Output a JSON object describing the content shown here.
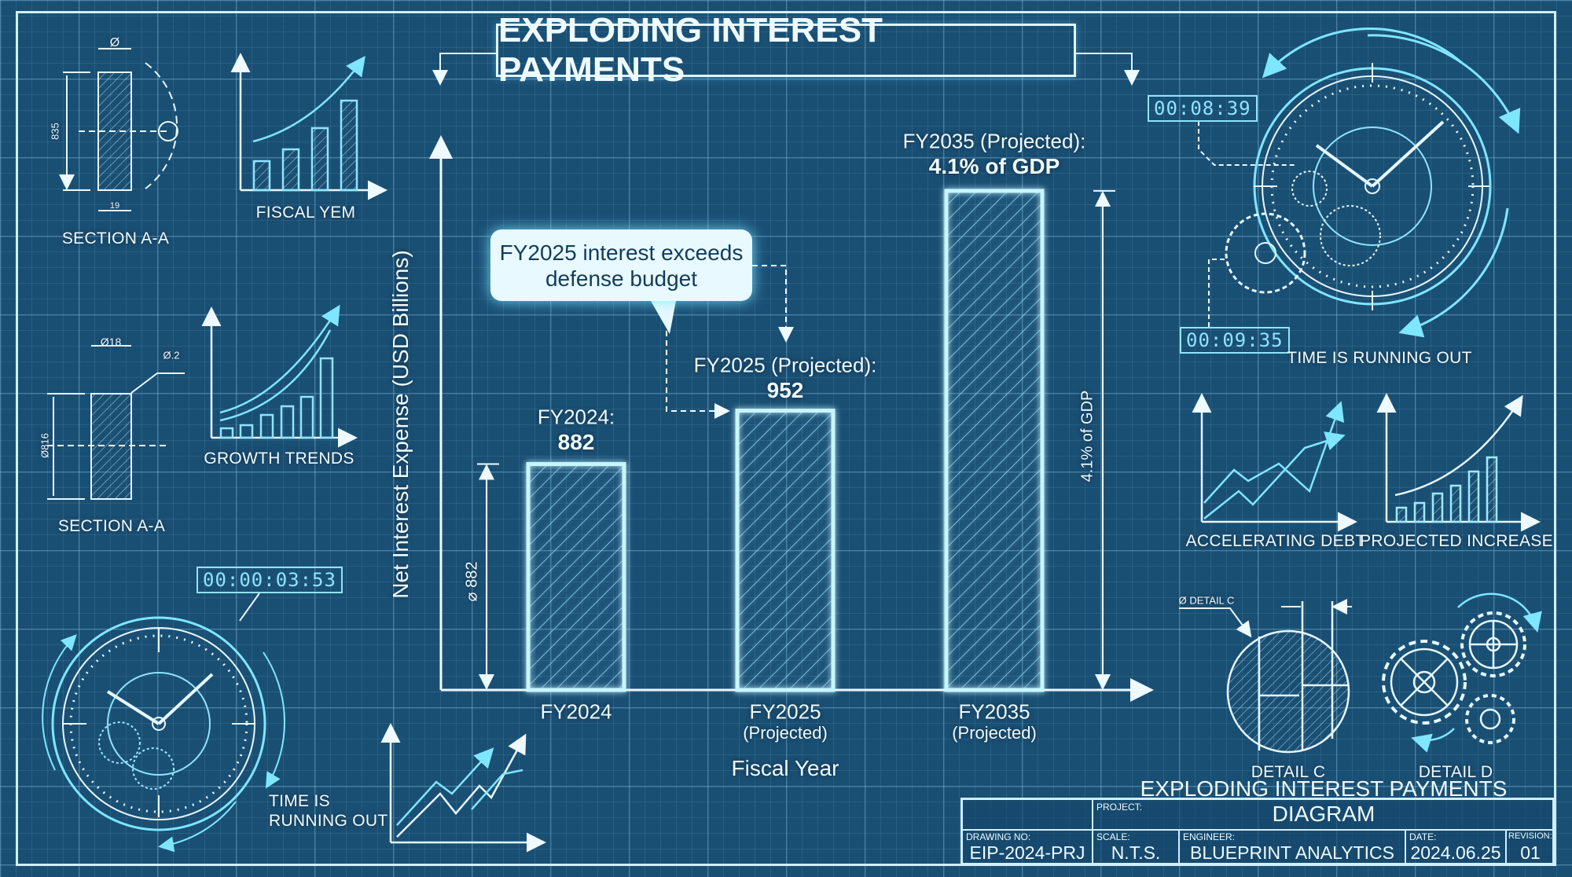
{
  "title": "EXPLODING INTEREST PAYMENTS",
  "callout": {
    "line1": "FY2025 interest exceeds",
    "line2": "defense budget"
  },
  "chart_data": {
    "type": "bar",
    "title": "EXPLODING INTEREST PAYMENTS",
    "xlabel": "Fiscal Year",
    "ylabel": "Net Interest Expense (USD Billions)",
    "ylim": [
      586,
      1313
    ],
    "categories": [
      "FY2024",
      "FY2025",
      "FY2035"
    ],
    "category_sublabels": [
      "",
      "(Projected)",
      "(Projected)"
    ],
    "values": [
      882,
      952,
      1240
    ],
    "value_estimated": [
      false,
      false,
      true
    ],
    "data_labels": [
      {
        "line1": "FY2024:",
        "line2": "882"
      },
      {
        "line1": "FY2025 (Projected):",
        "line2": "952"
      },
      {
        "line1": "FY2035 (Projected):",
        "line2": "4.1% of GDP"
      }
    ],
    "dimension_left": "⌀ 882",
    "dimension_right": "4.1% of GDP",
    "grid": true
  },
  "decor": {
    "section_a": "SECTION A-A",
    "section_b": "SECTION A-A",
    "fiscal_yem": "FISCAL YEM",
    "growth_trends": "GROWTH TRENDS",
    "dim_a_top": "Ø",
    "dim_a_side": "835",
    "dim_a_bot": "19",
    "dim_b_top": "Ø18",
    "dim_b_note": "Ø.2",
    "dim_b_side": "Ø816",
    "timer_left": "00:00:03:53",
    "time_left": {
      "line1": "TIME IS",
      "line2": "RUNNING OUT"
    },
    "timer_right_1": "00:08:39",
    "timer_right_2": "00:09:35",
    "time_right": "TIME IS RUNNING OUT",
    "accelerating_debt": "ACCELERATING DEBT",
    "projected_increase": "PROJECTED INCREASE",
    "detail_c_note": "Ø DETAIL C",
    "detail_c": "DETAIL C",
    "detail_d": "DETAIL D"
  },
  "title_block": {
    "project_caption": "PROJECT:",
    "project": "EXPLODING INTEREST PAYMENTS DIAGRAM",
    "drawing_caption": "DRAWING NO:",
    "drawing": "EIP-2024-PRJ",
    "scale_caption": "SCALE:",
    "scale": "N.T.S.",
    "engineer_caption": "ENGINEER:",
    "engineer": "BLUEPRINT ANALYTICS",
    "date_caption": "DATE:",
    "date": "2024.06.25",
    "revision_caption": "REVISION:",
    "revision": "01"
  },
  "colors": {
    "background": "#1a4f74",
    "accent": "#7fe6ff",
    "line": "#dff6ff"
  }
}
